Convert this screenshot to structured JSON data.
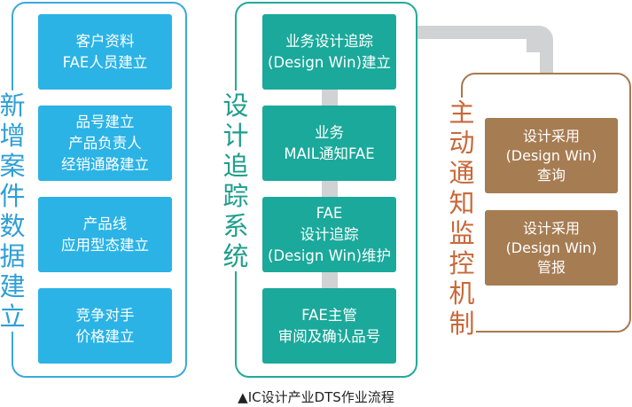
{
  "colors": {
    "data_entry": "#2bb3e6",
    "tracking_system": "#1aa99a",
    "monitoring": "#a67c52",
    "connector": "#d1d2d4"
  },
  "groups": [
    {
      "title_chars": [
        "新",
        "增",
        "案",
        "件",
        "数",
        "据",
        "建",
        "立"
      ],
      "title": "新增案件数据建立",
      "steps": [
        {
          "lines": [
            "客户资料",
            "FAE人员建立"
          ]
        },
        {
          "lines": [
            "品号建立",
            "产品负责人",
            "经销通路建立"
          ]
        },
        {
          "lines": [
            "产品线",
            "应用型态建立"
          ]
        },
        {
          "lines": [
            "竞争对手",
            "价格建立"
          ]
        }
      ]
    },
    {
      "title_chars": [
        "设",
        "计",
        "追",
        "踪",
        "系",
        "统"
      ],
      "title": "设计追踪系统",
      "steps": [
        {
          "lines": [
            "业务设计追踪",
            "(Design Win)建立"
          ]
        },
        {
          "lines": [
            "业务",
            "MAIL通知FAE"
          ]
        },
        {
          "lines": [
            "FAE",
            "设计追踪",
            "(Design Win)维护"
          ]
        },
        {
          "lines": [
            "FAE主管",
            "审阅及确认品号"
          ]
        }
      ]
    },
    {
      "title_chars": [
        "主",
        "动",
        "通",
        "知",
        "监",
        "控",
        "机",
        "制"
      ],
      "title": "主动通知监控机制",
      "steps": [
        {
          "lines": [
            "设计采用",
            "(Design Win)",
            "查询"
          ]
        },
        {
          "lines": [
            "设计采用",
            "(Design Win)",
            "管报"
          ]
        }
      ]
    }
  ],
  "caption": "▲IC设计产业DTS作业流程"
}
